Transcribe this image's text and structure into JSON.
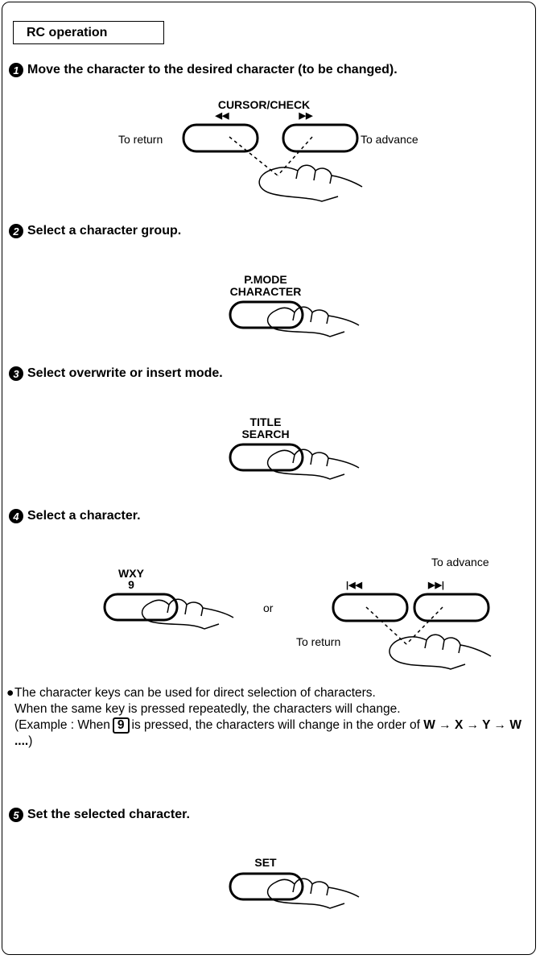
{
  "section_title": "RC operation",
  "steps": [
    {
      "num": "1",
      "text": "Move the character to the desired character (to be changed)."
    },
    {
      "num": "2",
      "text": "Select a character group."
    },
    {
      "num": "3",
      "text": "Select overwrite or insert mode."
    },
    {
      "num": "4",
      "text": "Select a character."
    },
    {
      "num": "5",
      "text": "Set the selected character."
    }
  ],
  "step1": {
    "button_label": "CURSOR/CHECK",
    "left_symbol": "◀◀",
    "right_symbol": "▶▶",
    "to_return": "To return",
    "to_advance": "To advance"
  },
  "step2": {
    "button_label_1": "P.MODE",
    "button_label_2": "CHARACTER"
  },
  "step3": {
    "button_label_1": "TITLE",
    "button_label_2": "SEARCH"
  },
  "step4": {
    "key_label_1": "WXY",
    "key_label_2": "9",
    "or": "or",
    "prev_symbol": "|◀◀",
    "next_symbol": "▶▶|",
    "to_return": "To return",
    "to_advance": "To advance"
  },
  "note": {
    "line1": "The character keys can be used for direct selection of characters.",
    "line2": "When the same key is pressed repeatedly, the characters will change.",
    "ex_prefix": "(Example : When",
    "ex_key": "9",
    "ex_middle": "is pressed, the characters will change in the order of",
    "ex_seq": "W → X → Y → W ....",
    "ex_suffix": ")"
  },
  "step5": {
    "button_label": "SET"
  }
}
